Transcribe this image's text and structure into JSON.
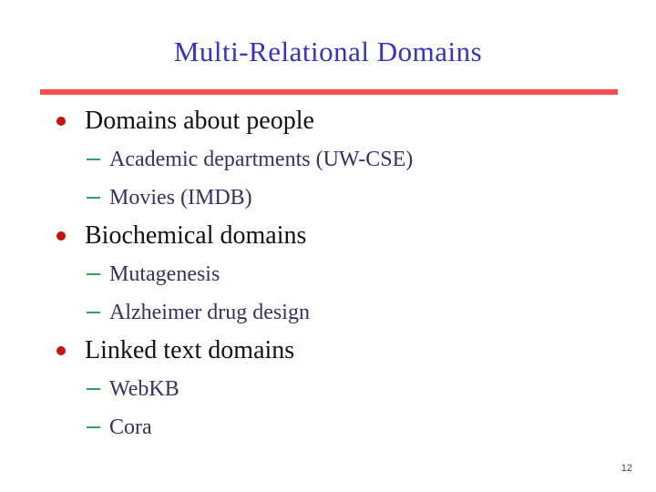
{
  "slide": {
    "title": "Multi-Relational Domains",
    "page_number": "12",
    "colors": {
      "title": "#3333cc",
      "rule": "#f15050",
      "bullet": "#cc1111",
      "dash": "#33a05c",
      "level1_text": "#111111",
      "level2_text": "#333366"
    },
    "bullets": [
      {
        "level": 1,
        "text": "Domains about people"
      },
      {
        "level": 2,
        "text": "Academic departments (UW-CSE)"
      },
      {
        "level": 2,
        "text": "Movies (IMDB)"
      },
      {
        "level": 1,
        "text": "Biochemical domains"
      },
      {
        "level": 2,
        "text": "Mutagenesis"
      },
      {
        "level": 2,
        "text": "Alzheimer drug design"
      },
      {
        "level": 1,
        "text": "Linked text domains"
      },
      {
        "level": 2,
        "text": "WebKB"
      },
      {
        "level": 2,
        "text": "Cora"
      }
    ]
  }
}
